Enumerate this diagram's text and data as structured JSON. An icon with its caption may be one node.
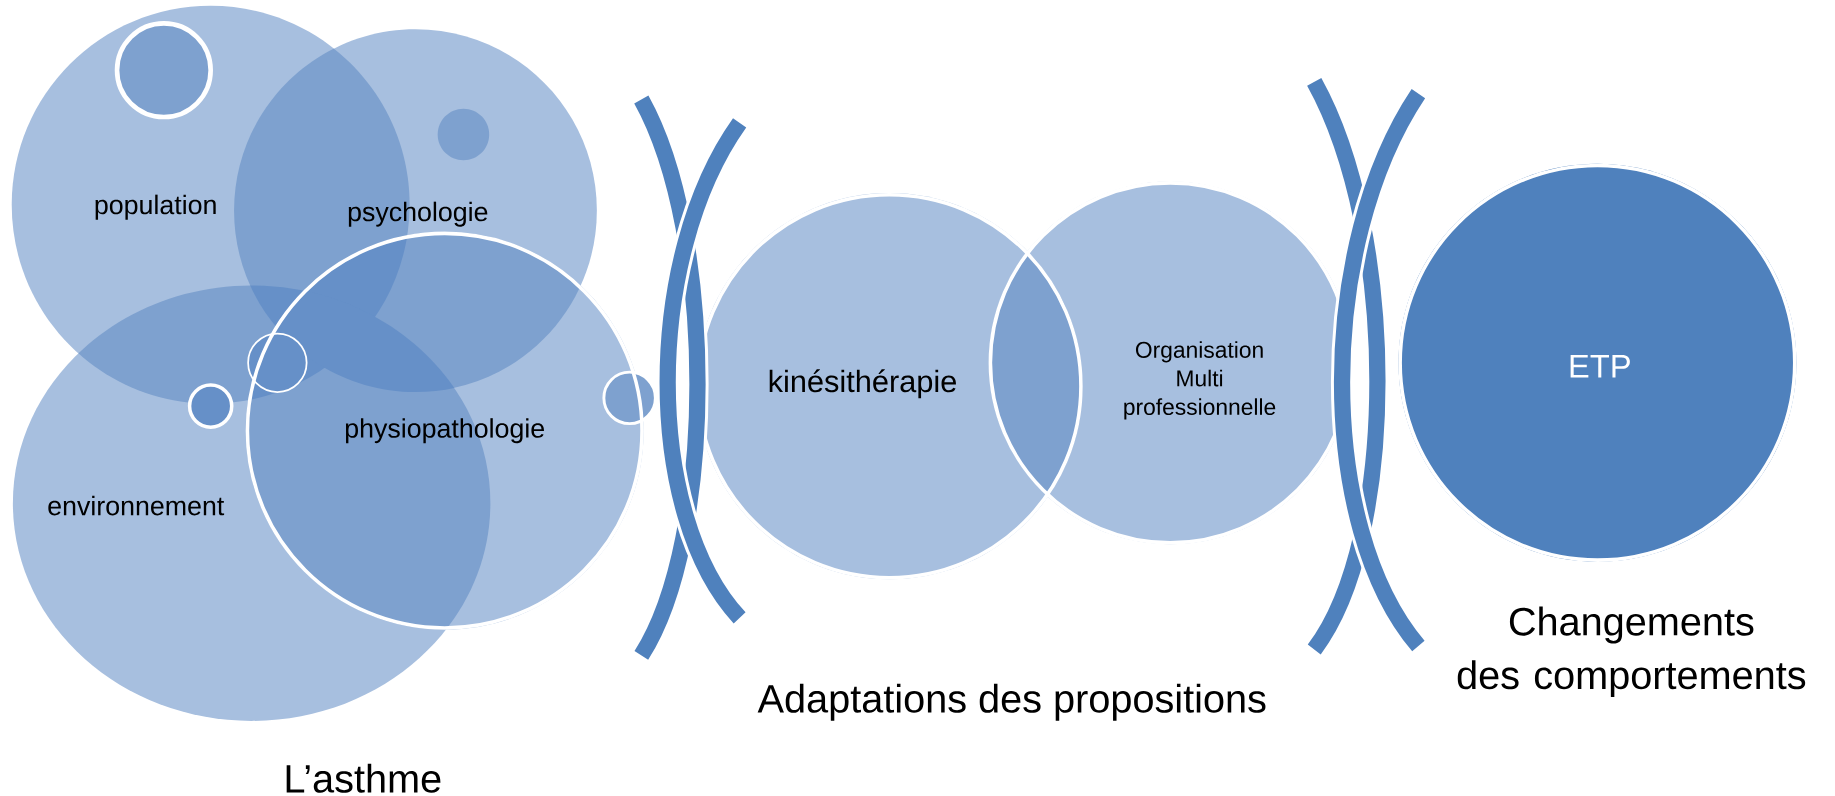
{
  "diagram": {
    "nodes": [
      {
        "text": [
          "population"
        ]
      },
      {
        "text": [
          "psychologie"
        ]
      },
      {
        "text": [
          "environnement"
        ]
      },
      {
        "text": [
          "physiopathologie"
        ]
      },
      {
        "text": [
          "kinésithérapie"
        ]
      },
      {
        "text": [
          "Organisation Multi professionnelle"
        ]
      },
      {
        "text": [
          "ETP"
        ],
        "beside": [
          "Changements des comportements"
        ]
      }
    ],
    "labels": [
      "L’asthme",
      "Adaptations des propositions"
    ]
  }
}
